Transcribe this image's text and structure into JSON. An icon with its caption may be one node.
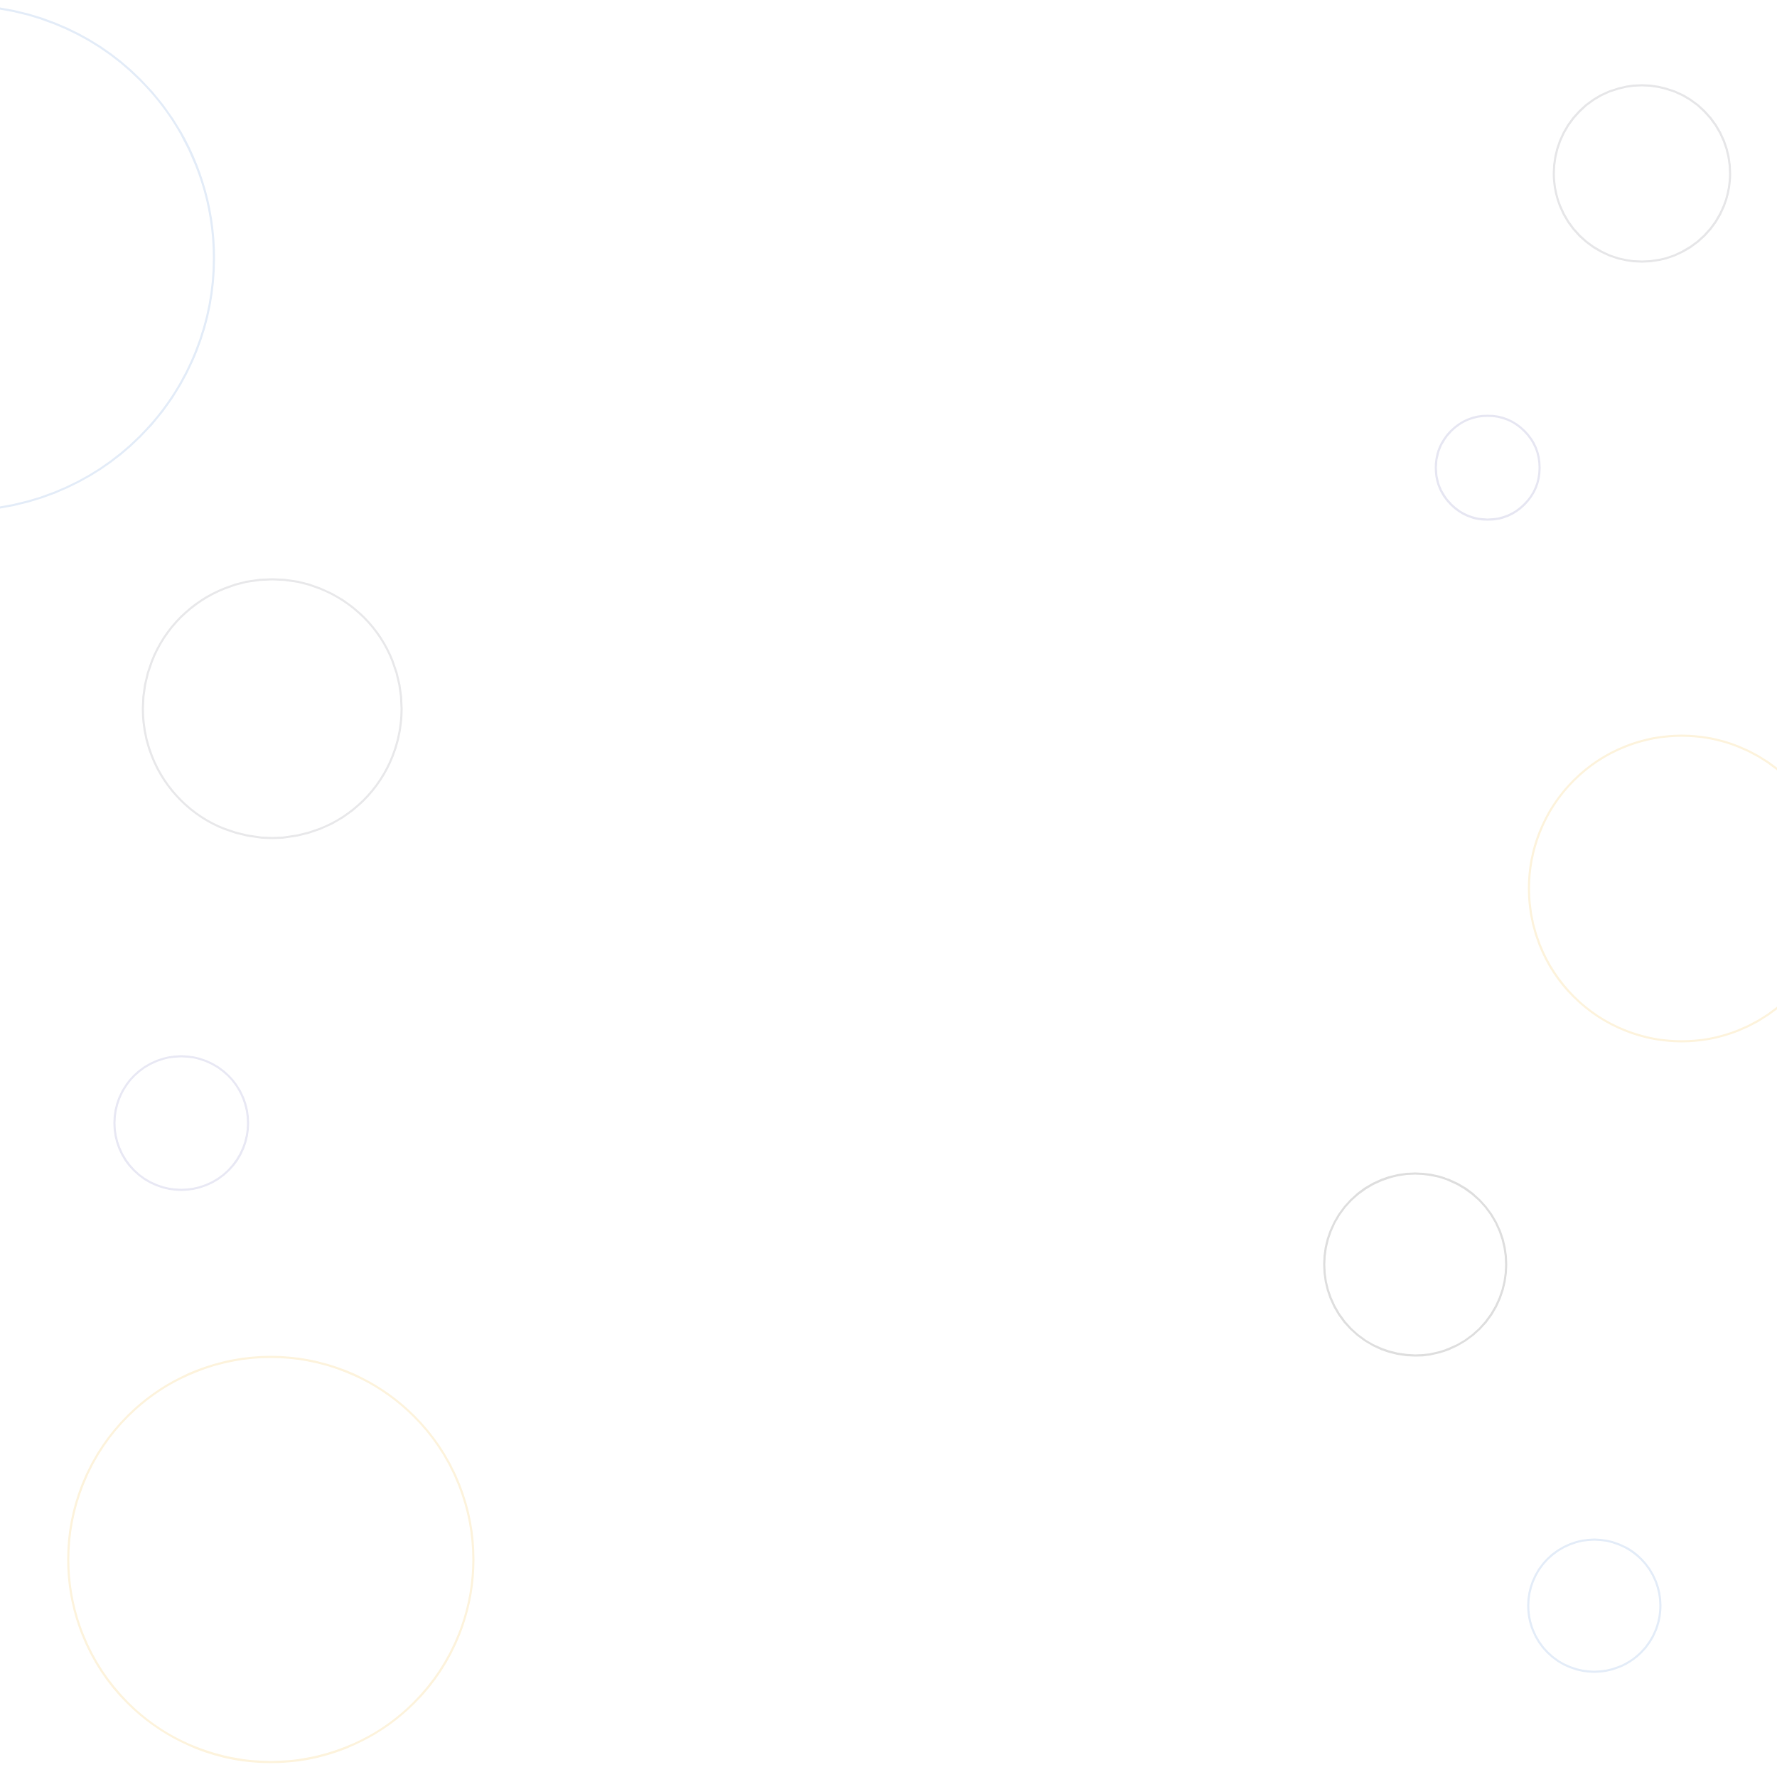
{
  "diagram": {
    "nodes": [
      {
        "text": [],
        "shape": "circle"
      },
      {
        "text": [],
        "shape": "circle"
      },
      {
        "text": [],
        "shape": "circle"
      },
      {
        "text": [],
        "shape": "circle"
      },
      {
        "text": [],
        "shape": "circle"
      },
      {
        "text": [],
        "shape": "circle"
      },
      {
        "text": [],
        "shape": "circle"
      },
      {
        "text": [],
        "shape": "circle"
      },
      {
        "text": [],
        "shape": "circle"
      }
    ]
  }
}
